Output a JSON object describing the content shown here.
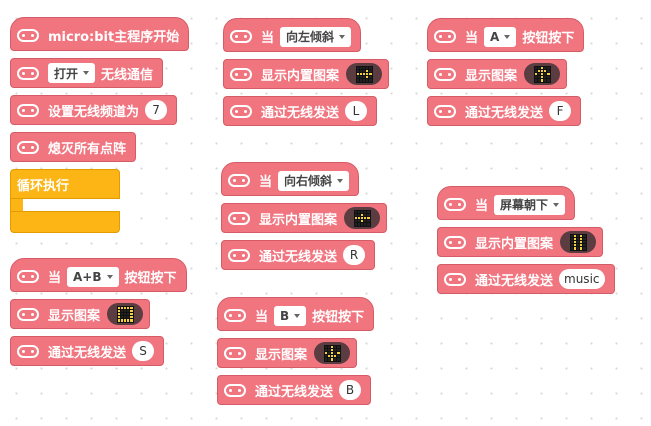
{
  "stack1": {
    "start_label": "micro:bit主程序开始",
    "radio_toggle_value": "打开",
    "radio_label": "无线通信",
    "channel_label": "设置无线频道为",
    "channel_value": "7",
    "clear_label": "熄灭所有点阵",
    "loop_label": "循环执行"
  },
  "stack_tilt_left": {
    "when": "当",
    "event": "向左倾斜",
    "show_label": "显示内置图案",
    "send_label": "通过无线发送",
    "send_value": "L"
  },
  "stack_button_a": {
    "when": "当",
    "button": "A",
    "event_label": "按钮按下",
    "show_label": "显示图案",
    "send_label": "通过无线发送",
    "send_value": "F"
  },
  "stack_tilt_right": {
    "when": "当",
    "event": "向右倾斜",
    "show_label": "显示内置图案",
    "send_label": "通过无线发送",
    "send_value": "R"
  },
  "stack_screen_down": {
    "when": "当",
    "event": "屏幕朝下",
    "show_label": "显示内置图案",
    "send_label": "通过无线发送",
    "send_value": "music"
  },
  "stack_button_ab": {
    "when": "当",
    "button": "A+B",
    "event_label": "按钮按下",
    "show_label": "显示图案",
    "send_label": "通过无线发送",
    "send_value": "S"
  },
  "stack_button_b": {
    "when": "当",
    "button": "B",
    "event_label": "按钮按下",
    "show_label": "显示图案",
    "send_label": "通过无线发送",
    "send_value": "B"
  },
  "colors": {
    "block": "#f0757f",
    "loop": "#fdb515",
    "led_on": "#f4d03f"
  }
}
